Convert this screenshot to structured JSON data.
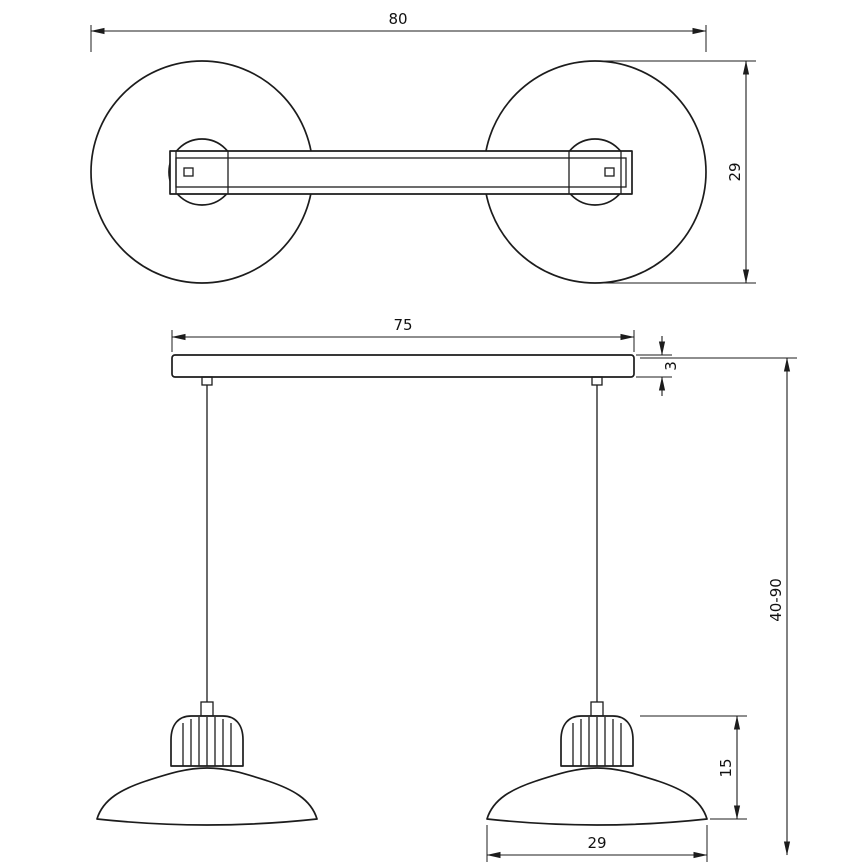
{
  "dims": {
    "plan_overall_width": "80",
    "plan_depth": "29",
    "bar_length": "75",
    "bar_thickness": "3",
    "suspension_length": "40-90",
    "shade_height": "15",
    "shade_width": "29"
  }
}
